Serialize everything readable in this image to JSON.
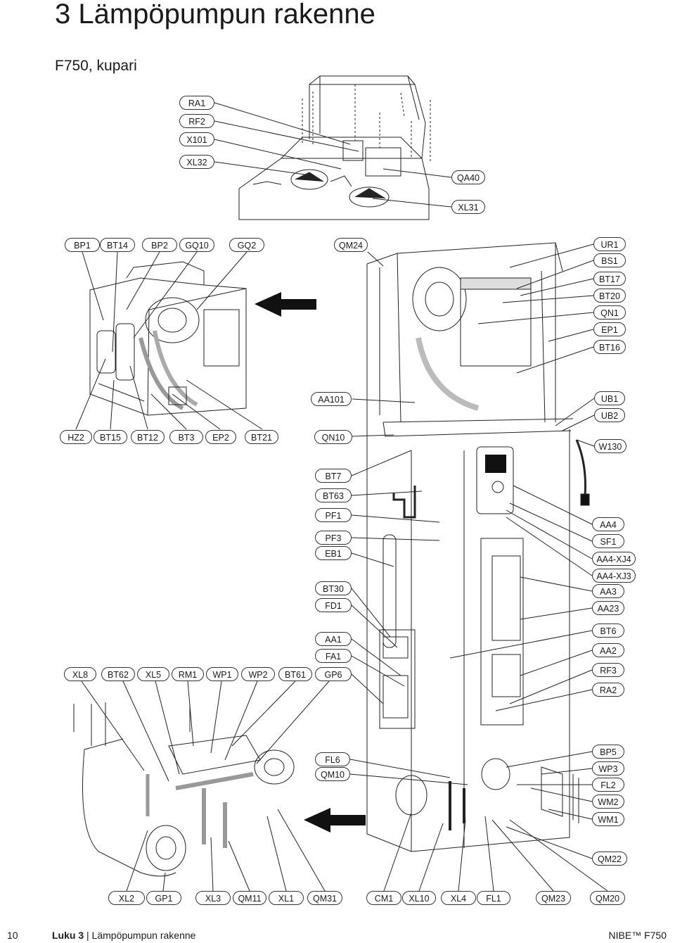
{
  "header": {
    "title": "3 Lämpöpumpun rakenne",
    "subtitle": "F750, kupari"
  },
  "labels": {
    "RA1": "RA1",
    "RF2": "RF2",
    "X101": "X101",
    "XL32": "XL32",
    "QA40": "QA40",
    "XL31": "XL31",
    "BP1": "BP1",
    "BT14": "BT14",
    "BP2": "BP2",
    "GQ10": "GQ10",
    "GQ2": "GQ2",
    "QM24": "QM24",
    "UR1": "UR1",
    "BS1": "BS1",
    "BT17": "BT17",
    "BT20": "BT20",
    "QN1": "QN1",
    "EP1": "EP1",
    "BT16": "BT16",
    "AA101": "AA101",
    "UB1": "UB1",
    "UB2": "UB2",
    "HZ2": "HZ2",
    "BT15": "BT15",
    "BT12": "BT12",
    "BT3": "BT3",
    "EP2": "EP2",
    "BT21": "BT21",
    "QN10": "QN10",
    "W130": "W130",
    "BT7": "BT7",
    "BT63": "BT63",
    "PF1": "PF1",
    "PF3": "PF3",
    "EB1": "EB1",
    "AA4": "AA4",
    "SF1": "SF1",
    "AA4-XJ4": "AA4-XJ4",
    "AA4-XJ3": "AA4-XJ3",
    "AA3": "AA3",
    "AA23": "AA23",
    "BT30": "BT30",
    "FD1": "FD1",
    "AA1": "AA1",
    "FA1": "FA1",
    "GP6": "GP6",
    "BT6": "BT6",
    "AA2": "AA2",
    "RF3": "RF3",
    "RA2": "RA2",
    "XL8": "XL8",
    "BT62": "BT62",
    "XL5": "XL5",
    "RM1": "RM1",
    "WP1": "WP1",
    "WP2": "WP2",
    "BT61": "BT61",
    "FL6": "FL6",
    "QM10": "QM10",
    "BP5": "BP5",
    "WP3": "WP3",
    "FL2": "FL2",
    "WM2": "WM2",
    "WM1": "WM1",
    "QM22": "QM22",
    "XL2": "XL2",
    "GP1": "GP1",
    "XL3": "XL3",
    "QM11": "QM11",
    "XL1": "XL1",
    "QM31": "QM31",
    "CM1": "CM1",
    "XL10": "XL10",
    "XL4": "XL4",
    "FL1": "FL1",
    "QM23": "QM23",
    "QM20": "QM20"
  },
  "footer": {
    "page_number": "10",
    "chapter": "Luku 3",
    "separator": "|",
    "chapter_title": "Lämpöpumpun rakenne",
    "brand": "NIBE™ F750"
  }
}
